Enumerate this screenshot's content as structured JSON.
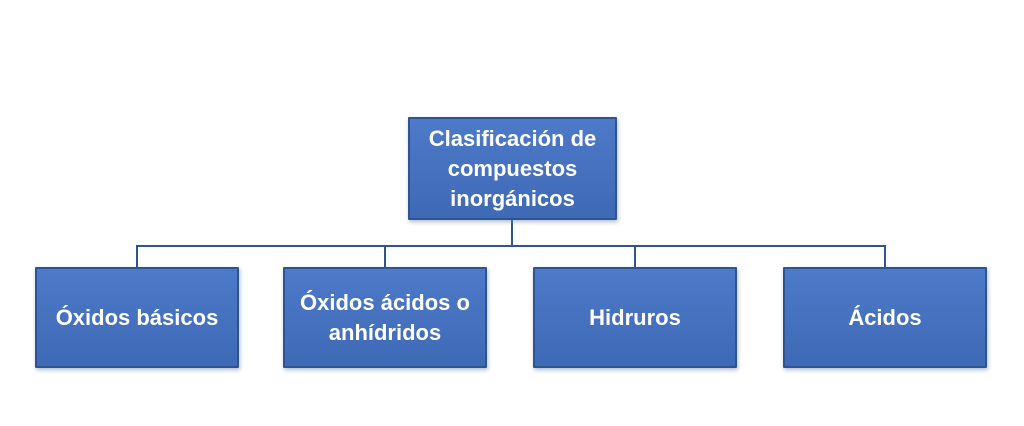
{
  "diagram": {
    "type": "hierarchy-chart",
    "root": {
      "label": "Clasificación de compuestos inorgánicos"
    },
    "children": [
      {
        "label": "Óxidos básicos"
      },
      {
        "label": "Óxidos ácidos o anhídridos"
      },
      {
        "label": "Hidruros"
      },
      {
        "label": "Ácidos"
      }
    ],
    "colors": {
      "background": "#FFFFFF",
      "box_fill_top": "#4D7AC9",
      "box_fill_bottom": "#3E69B5",
      "box_border": "#2E5492",
      "connector": "#2E5492",
      "text": "#FFFFFF"
    }
  }
}
